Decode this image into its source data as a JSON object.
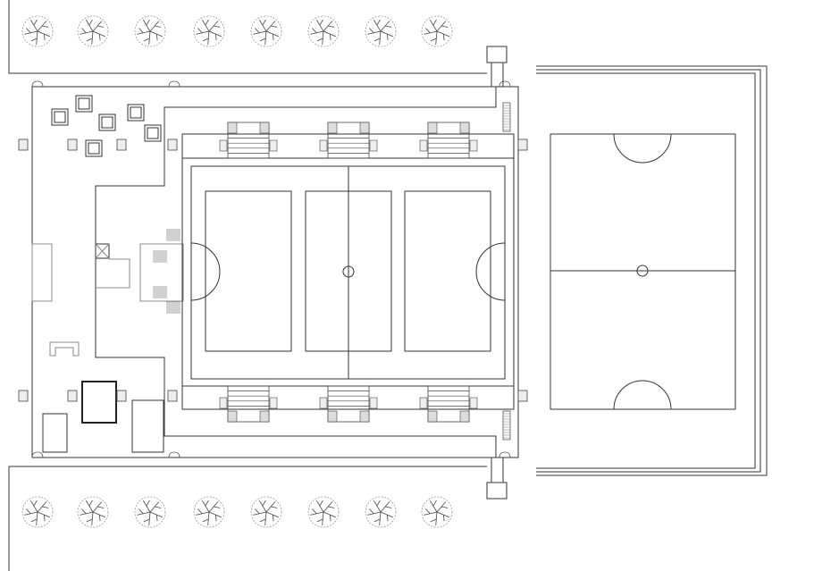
{
  "drawing": {
    "line_color": "#333333",
    "light_line_color": "#888888",
    "background": "#ffffff",
    "top_tree_count": 8,
    "bottom_tree_count": 8,
    "indoor_field_zones": 3,
    "grandstands_per_side": 3
  }
}
